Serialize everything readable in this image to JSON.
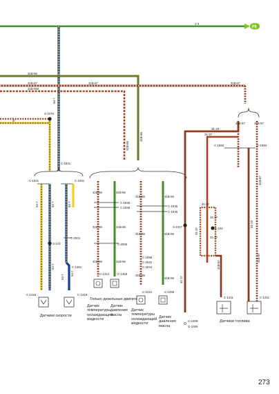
{
  "page": {
    "number": "273"
  },
  "colors": {
    "green": "#3f8f2e",
    "olive": "#6c7a2a",
    "brown": "#8b3a1c",
    "rust": "#a2471f",
    "navy": "#1c3d8a",
    "yellow": "#f2cc16",
    "white": "#ffffff",
    "connector": "#333333",
    "badge": "#7fbf2a"
  },
  "top_bus": {
    "wire_label": "1-3",
    "badge": "P6"
  },
  "bus_lines": {
    "a": "31B-86",
    "b": "31B-87",
    "b_right": "31B-87",
    "c": "31B-884",
    "d": "31B-87"
  },
  "left_wires": {
    "vertical_label": "54-7",
    "splice": "S-1076",
    "feed": "2/",
    "c1931_top": "C-1931",
    "mid_right_label": "31B-86",
    "mid_left_label": "31B-86"
  },
  "speed_group": {
    "conn_left": "C-1931",
    "conn_right": "C-1931",
    "w1": "54-7",
    "w2": "54-7",
    "w3": "54-7",
    "splice": "S-143",
    "c2001": "C-2001",
    "c1351": "C-1351",
    "w4": "54-7",
    "w5": "54-7",
    "w6": "54-7",
    "sensor_conn_left": "C-1318",
    "sensor_conn_right": "C-1318",
    "caption": "Датчики скорости"
  },
  "coolant_group": {
    "w1": "31B-86",
    "w2": "31B-86",
    "c1935": "C-1935",
    "c1936": "C-1936",
    "w3": "31B-86",
    "w4": "31B-86",
    "c2005": "C-2005",
    "w5": "31B-86",
    "w6": "31B-86",
    "c1312": "C-1312",
    "c1359": "C-1359",
    "note": "Только дизельные двигатели",
    "temp_caption": "Датчик температуры охлаждающей жидкости",
    "pressure_caption": "Датчик давления масла"
  },
  "pressure_group": {
    "w1": "31B-86",
    "w2": "31B-86",
    "c1935": "C-1935",
    "c1936": "C-1936",
    "w3": "31B-86",
    "w4": "31B-86",
    "c1995": "C-1995",
    "c2042": "C-2042",
    "c2044": "C-2044",
    "w5": "31B-86",
    "w6": "31B-86",
    "c1312": "C-1312",
    "c1359": "C-1359",
    "temp_caption": "Датчик температуры охлаждающей жидкости",
    "pressure_caption": "Датчик давления масла"
  },
  "fuel_group": {
    "top_a": "31-19",
    "top_b": "31-37",
    "c1993_left": "C-1993",
    "c1993_right": "C-1993",
    "b1": "31B-87",
    "b2": "31B-87",
    "right_a": "31B-87",
    "right_b": "31-19",
    "s1027": "S-1027",
    "s103": "S-103",
    "w1": "31-37",
    "w2": "31-37",
    "w3": "31-37",
    "w4": "31-37",
    "w5": "31-37",
    "w6": "31B-87",
    "w7": "31B-87",
    "c1311_left": "C-1311",
    "c1311_right": "C-1311",
    "c1009": "C-1009",
    "g1009": "G-1009",
    "caption": "Датчики топлива"
  }
}
